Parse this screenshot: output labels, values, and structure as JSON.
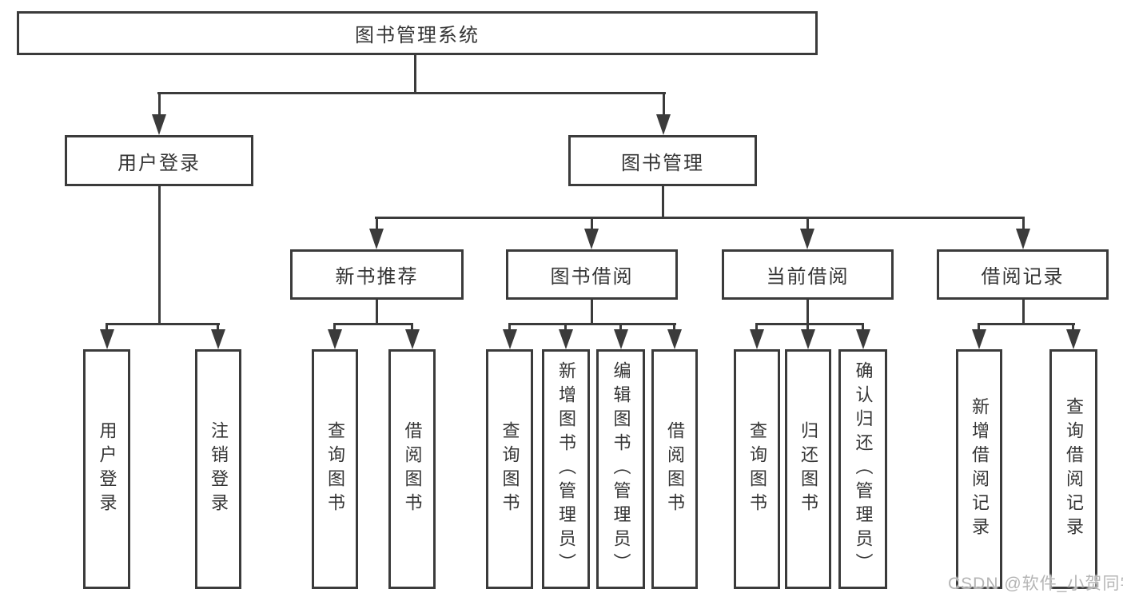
{
  "diagram": {
    "root": "图书管理系统",
    "branches": {
      "user_login": {
        "label": "用户登录",
        "children": [
          "用户登录",
          "注销登录"
        ]
      },
      "book_management": {
        "label": "图书管理",
        "sections": [
          {
            "label": "新书推荐",
            "children": [
              "查询图书",
              "借阅图书"
            ]
          },
          {
            "label": "图书借阅",
            "children": [
              "查询图书",
              "新增图书（管理员）",
              "编辑图书（管理员）",
              "借阅图书"
            ]
          },
          {
            "label": "当前借阅",
            "children": [
              "查询图书",
              "归还图书",
              "确认归还（管理员）"
            ]
          },
          {
            "label": "借阅记录",
            "children": [
              "新增借阅记录",
              "查询借阅记录"
            ]
          }
        ]
      }
    },
    "colors": {
      "line": "#3b3b3b",
      "text": "#353535",
      "background": "#ffffff",
      "watermark": "#b5b5b5"
    }
  },
  "watermark": "CSDN @软件_小贺同学"
}
